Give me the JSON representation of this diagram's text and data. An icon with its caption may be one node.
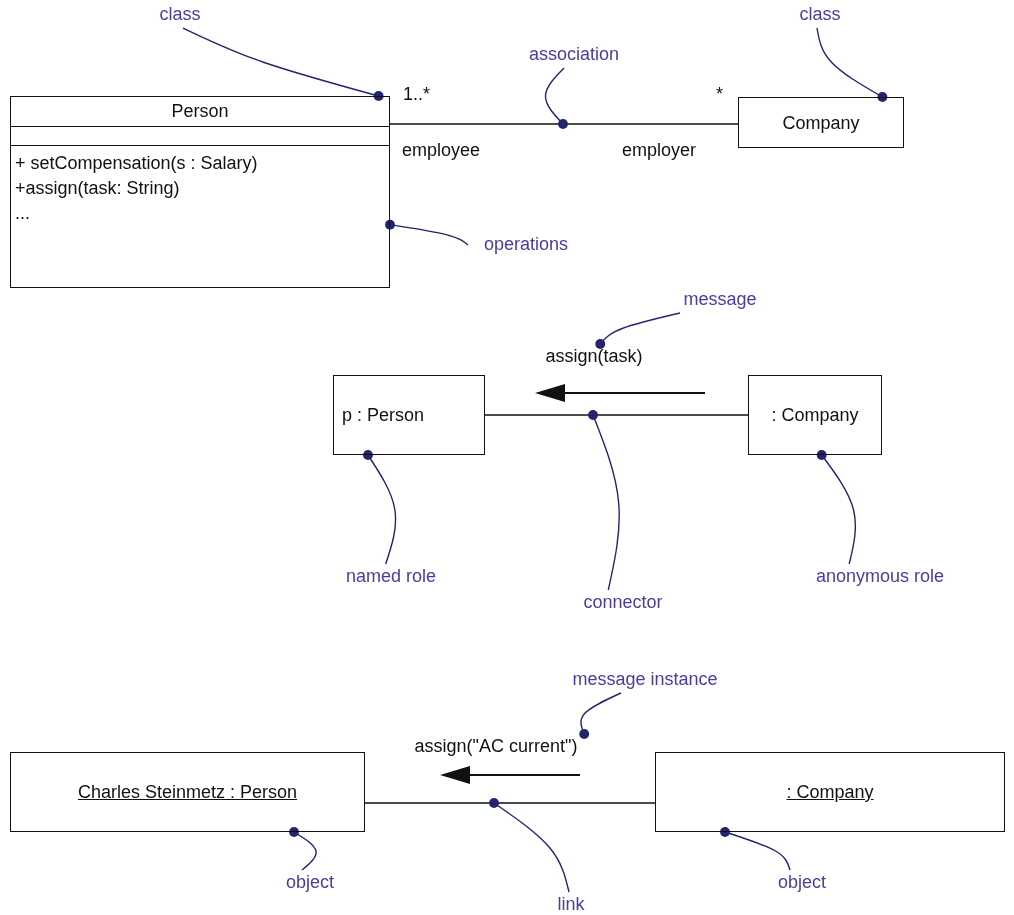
{
  "diagram": {
    "nodes": [
      {
        "text": [
          "Person",
          "+ setCompensation(s : Salary)",
          "+assign(task: String)",
          "..."
        ]
      },
      {
        "text": [
          "Company"
        ]
      },
      {
        "text": [
          "class"
        ]
      },
      {
        "text": [
          "class"
        ]
      },
      {
        "text": [
          "association"
        ]
      },
      {
        "text": [
          "operations"
        ]
      },
      {
        "text": [
          "message"
        ]
      },
      {
        "text": [
          "assign(task)"
        ]
      },
      {
        "text": [
          "p : Person"
        ]
      },
      {
        "text": [
          ": Company"
        ]
      },
      {
        "text": [
          "named role"
        ]
      },
      {
        "text": [
          "connector"
        ]
      },
      {
        "text": [
          "anonymous role"
        ]
      },
      {
        "text": [
          "message instance"
        ]
      },
      {
        "text": [
          "assign(\"AC current\")"
        ]
      },
      {
        "text": [
          "Charles Steinmetz : Person"
        ]
      },
      {
        "text": [
          ": Company"
        ]
      },
      {
        "text": [
          "object"
        ]
      },
      {
        "text": [
          "link"
        ]
      },
      {
        "text": [
          "object"
        ]
      }
    ],
    "edges": [
      {
        "from": 0,
        "to": 1,
        "arrow": "none",
        "color": "#111111"
      },
      {
        "from": 8,
        "to": 9,
        "arrow": "none",
        "color": "#111111"
      },
      {
        "from": 15,
        "to": 16,
        "arrow": "none",
        "color": "#111111"
      },
      {
        "from": 2,
        "to": 0,
        "arrow": "other"
      },
      {
        "from": 3,
        "to": 1,
        "arrow": "other"
      },
      {
        "from": 4,
        "to": null,
        "arrow": "other"
      },
      {
        "from": 5,
        "to": 0,
        "arrow": "other"
      },
      {
        "from": 6,
        "to": 7,
        "arrow": "other"
      },
      {
        "from": 10,
        "to": 8,
        "arrow": "other"
      },
      {
        "from": 11,
        "to": null,
        "arrow": "other"
      },
      {
        "from": 12,
        "to": 9,
        "arrow": "other"
      },
      {
        "from": 13,
        "to": 14,
        "arrow": "other"
      },
      {
        "from": 17,
        "to": 15,
        "arrow": "other"
      },
      {
        "from": 18,
        "to": null,
        "arrow": "other"
      },
      {
        "from": 19,
        "to": 16,
        "arrow": "other"
      }
    ],
    "labels": [
      "1..*",
      "*",
      "employee",
      "employer"
    ]
  }
}
